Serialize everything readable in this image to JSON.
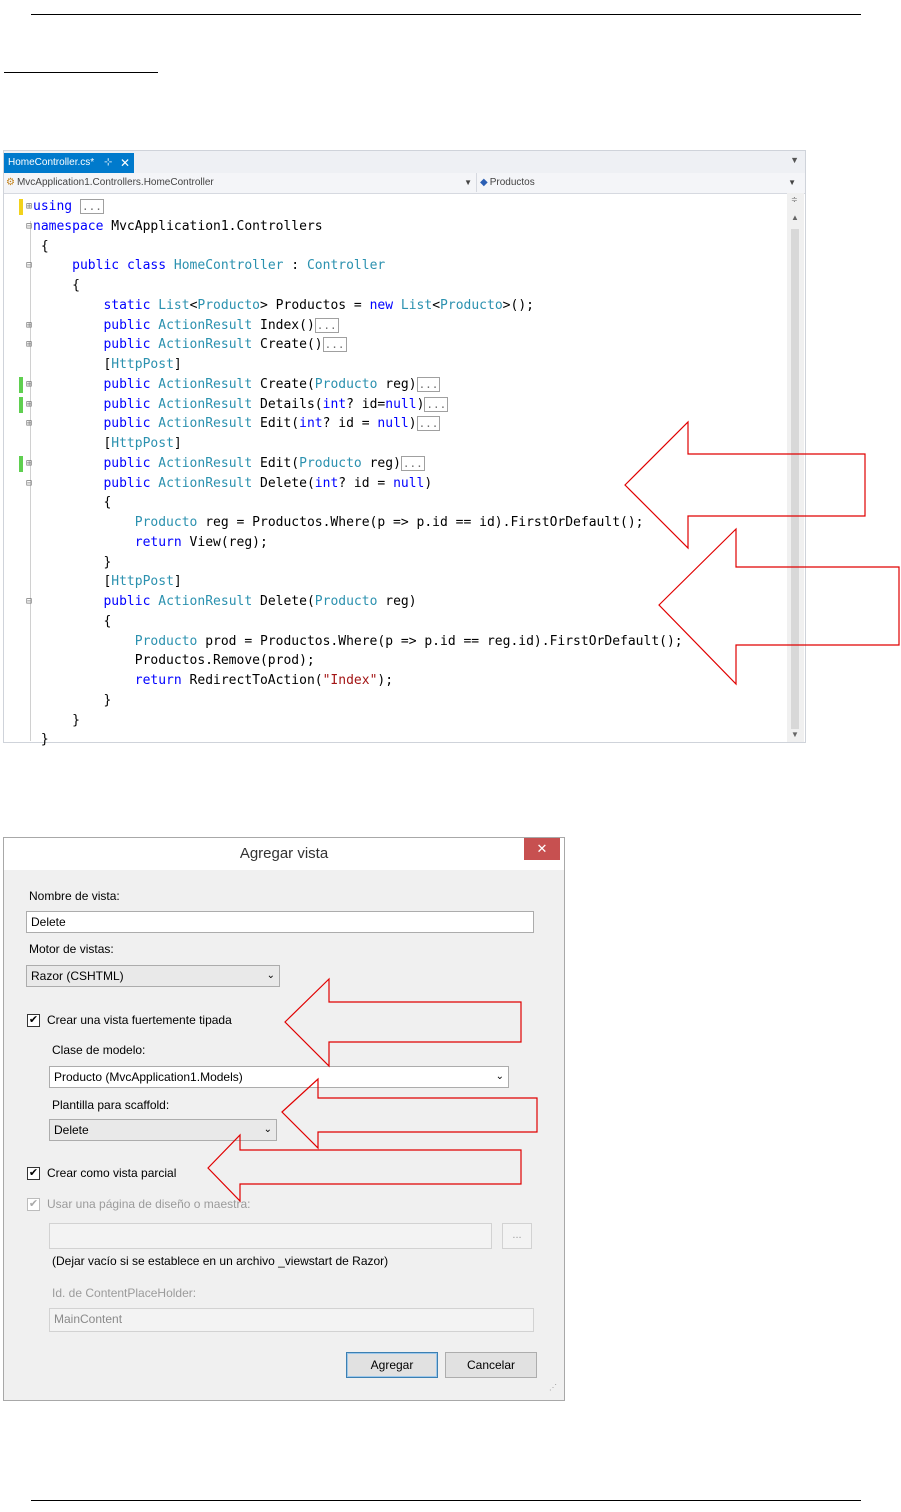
{
  "editor": {
    "tab_label": "HomeController.cs*",
    "tab_pin": "⊹",
    "tab_close": "✕",
    "nav_left": "MvcApplication1.Controllers.HomeController",
    "nav_right": "Productos",
    "code_lines": [
      {
        "html": "<span class='kw'>using</span> <span class='coll'>...</span>",
        "outline": "⊞",
        "bar": "#f2d21c"
      },
      {
        "html": "<span class='kw'>namespace</span> MvcApplication1.Controllers",
        "outline": "⊟"
      },
      {
        "html": " {",
        "outline": ""
      },
      {
        "html": "     <span class='kw'>public</span> <span class='kw'>class</span> <span class='ty'>HomeController</span> : <span class='ty'>Controller</span>",
        "outline": "⊟"
      },
      {
        "html": "     {",
        "outline": ""
      },
      {
        "html": "         <span class='kw'>static</span> <span class='ty'>List</span>&lt;<span class='ty'>Producto</span>&gt; Productos = <span class='kw'>new</span> <span class='ty'>List</span>&lt;<span class='ty'>Producto</span>&gt;();",
        "outline": ""
      },
      {
        "html": "         <span class='kw'>public</span> <span class='ty'>ActionResult</span> Index()<span class='coll'>...</span>",
        "outline": "⊞"
      },
      {
        "html": "         <span class='kw'>public</span> <span class='ty'>ActionResult</span> Create()<span class='coll'>...</span>",
        "outline": "⊞"
      },
      {
        "html": "         [<span class='ty'>HttpPost</span>]",
        "outline": ""
      },
      {
        "html": "         <span class='kw'>public</span> <span class='ty'>ActionResult</span> Create(<span class='ty'>Producto</span> reg)<span class='coll'>...</span>",
        "outline": "⊞",
        "bar": "#5fcf50"
      },
      {
        "html": "         <span class='kw'>public</span> <span class='ty'>ActionResult</span> Details(<span class='kw'>int</span>? id=<span class='kw'>null</span>)<span class='coll'>...</span>",
        "outline": "⊞",
        "bar": "#5fcf50"
      },
      {
        "html": "         <span class='kw'>public</span> <span class='ty'>ActionResult</span> Edit(<span class='kw'>int</span>? id = <span class='kw'>null</span>)<span class='coll'>...</span>",
        "outline": "⊞"
      },
      {
        "html": "         [<span class='ty'>HttpPost</span>]",
        "outline": ""
      },
      {
        "html": "         <span class='kw'>public</span> <span class='ty'>ActionResult</span> Edit(<span class='ty'>Producto</span> reg)<span class='coll'>...</span>",
        "outline": "⊞",
        "bar": "#5fcf50"
      },
      {
        "html": "         <span class='kw'>public</span> <span class='ty'>ActionResult</span> Delete(<span class='kw'>int</span>? id = <span class='kw'>null</span>)",
        "outline": "⊟"
      },
      {
        "html": "         {",
        "outline": ""
      },
      {
        "html": "             <span class='ty'>Producto</span> reg = Productos.Where(p =&gt; p.id == id).FirstOrDefault();",
        "outline": ""
      },
      {
        "html": "             <span class='kw'>return</span> View(reg);",
        "outline": ""
      },
      {
        "html": "         }",
        "outline": ""
      },
      {
        "html": "         [<span class='ty'>HttpPost</span>]",
        "outline": ""
      },
      {
        "html": "         <span class='kw'>public</span> <span class='ty'>ActionResult</span> Delete(<span class='ty'>Producto</span> reg)",
        "outline": "⊟"
      },
      {
        "html": "         {",
        "outline": ""
      },
      {
        "html": "             <span class='ty'>Producto</span> prod = Productos.Where(p =&gt; p.id == reg.id).FirstOrDefault();",
        "outline": ""
      },
      {
        "html": "             Productos.Remove(prod);",
        "outline": ""
      },
      {
        "html": "             <span class='kw'>return</span> RedirectToAction(<span class='str'>\"Index\"</span>);",
        "outline": ""
      },
      {
        "html": "         }",
        "outline": ""
      },
      {
        "html": "     }",
        "outline": ""
      },
      {
        "html": " }",
        "outline": ""
      }
    ]
  },
  "dialog": {
    "title": "Agregar vista",
    "close": "✕",
    "view_name_label": "Nombre de vista:",
    "view_name_value": "Delete",
    "engine_label": "Motor de vistas:",
    "engine_value": "Razor (CSHTML)",
    "strong_typed_label": "Crear una vista fuertemente tipada",
    "model_class_label": "Clase de modelo:",
    "model_class_value": "Producto (MvcApplication1.Models)",
    "scaffold_label": "Plantilla para scaffold:",
    "scaffold_value": "Delete",
    "partial_label": "Crear como vista parcial",
    "layout_label": "Usar una página de diseño o maestra:",
    "layout_value": "",
    "browse": "...",
    "hint": "(Dejar vacío si se establece en un archivo _viewstart de Razor)",
    "placeholder_label": "Id. de ContentPlaceHolder:",
    "placeholder_value": "MainContent",
    "add": "Agregar",
    "cancel": "Cancelar",
    "checkmark": "✔",
    "dropdown_arrow": "⌄"
  },
  "colors": {
    "tab_accent": "#007acc",
    "keyword": "#0000ff",
    "type": "#2b91af",
    "string": "#a31515",
    "arrow": "#e00000",
    "close": "#c75050"
  }
}
